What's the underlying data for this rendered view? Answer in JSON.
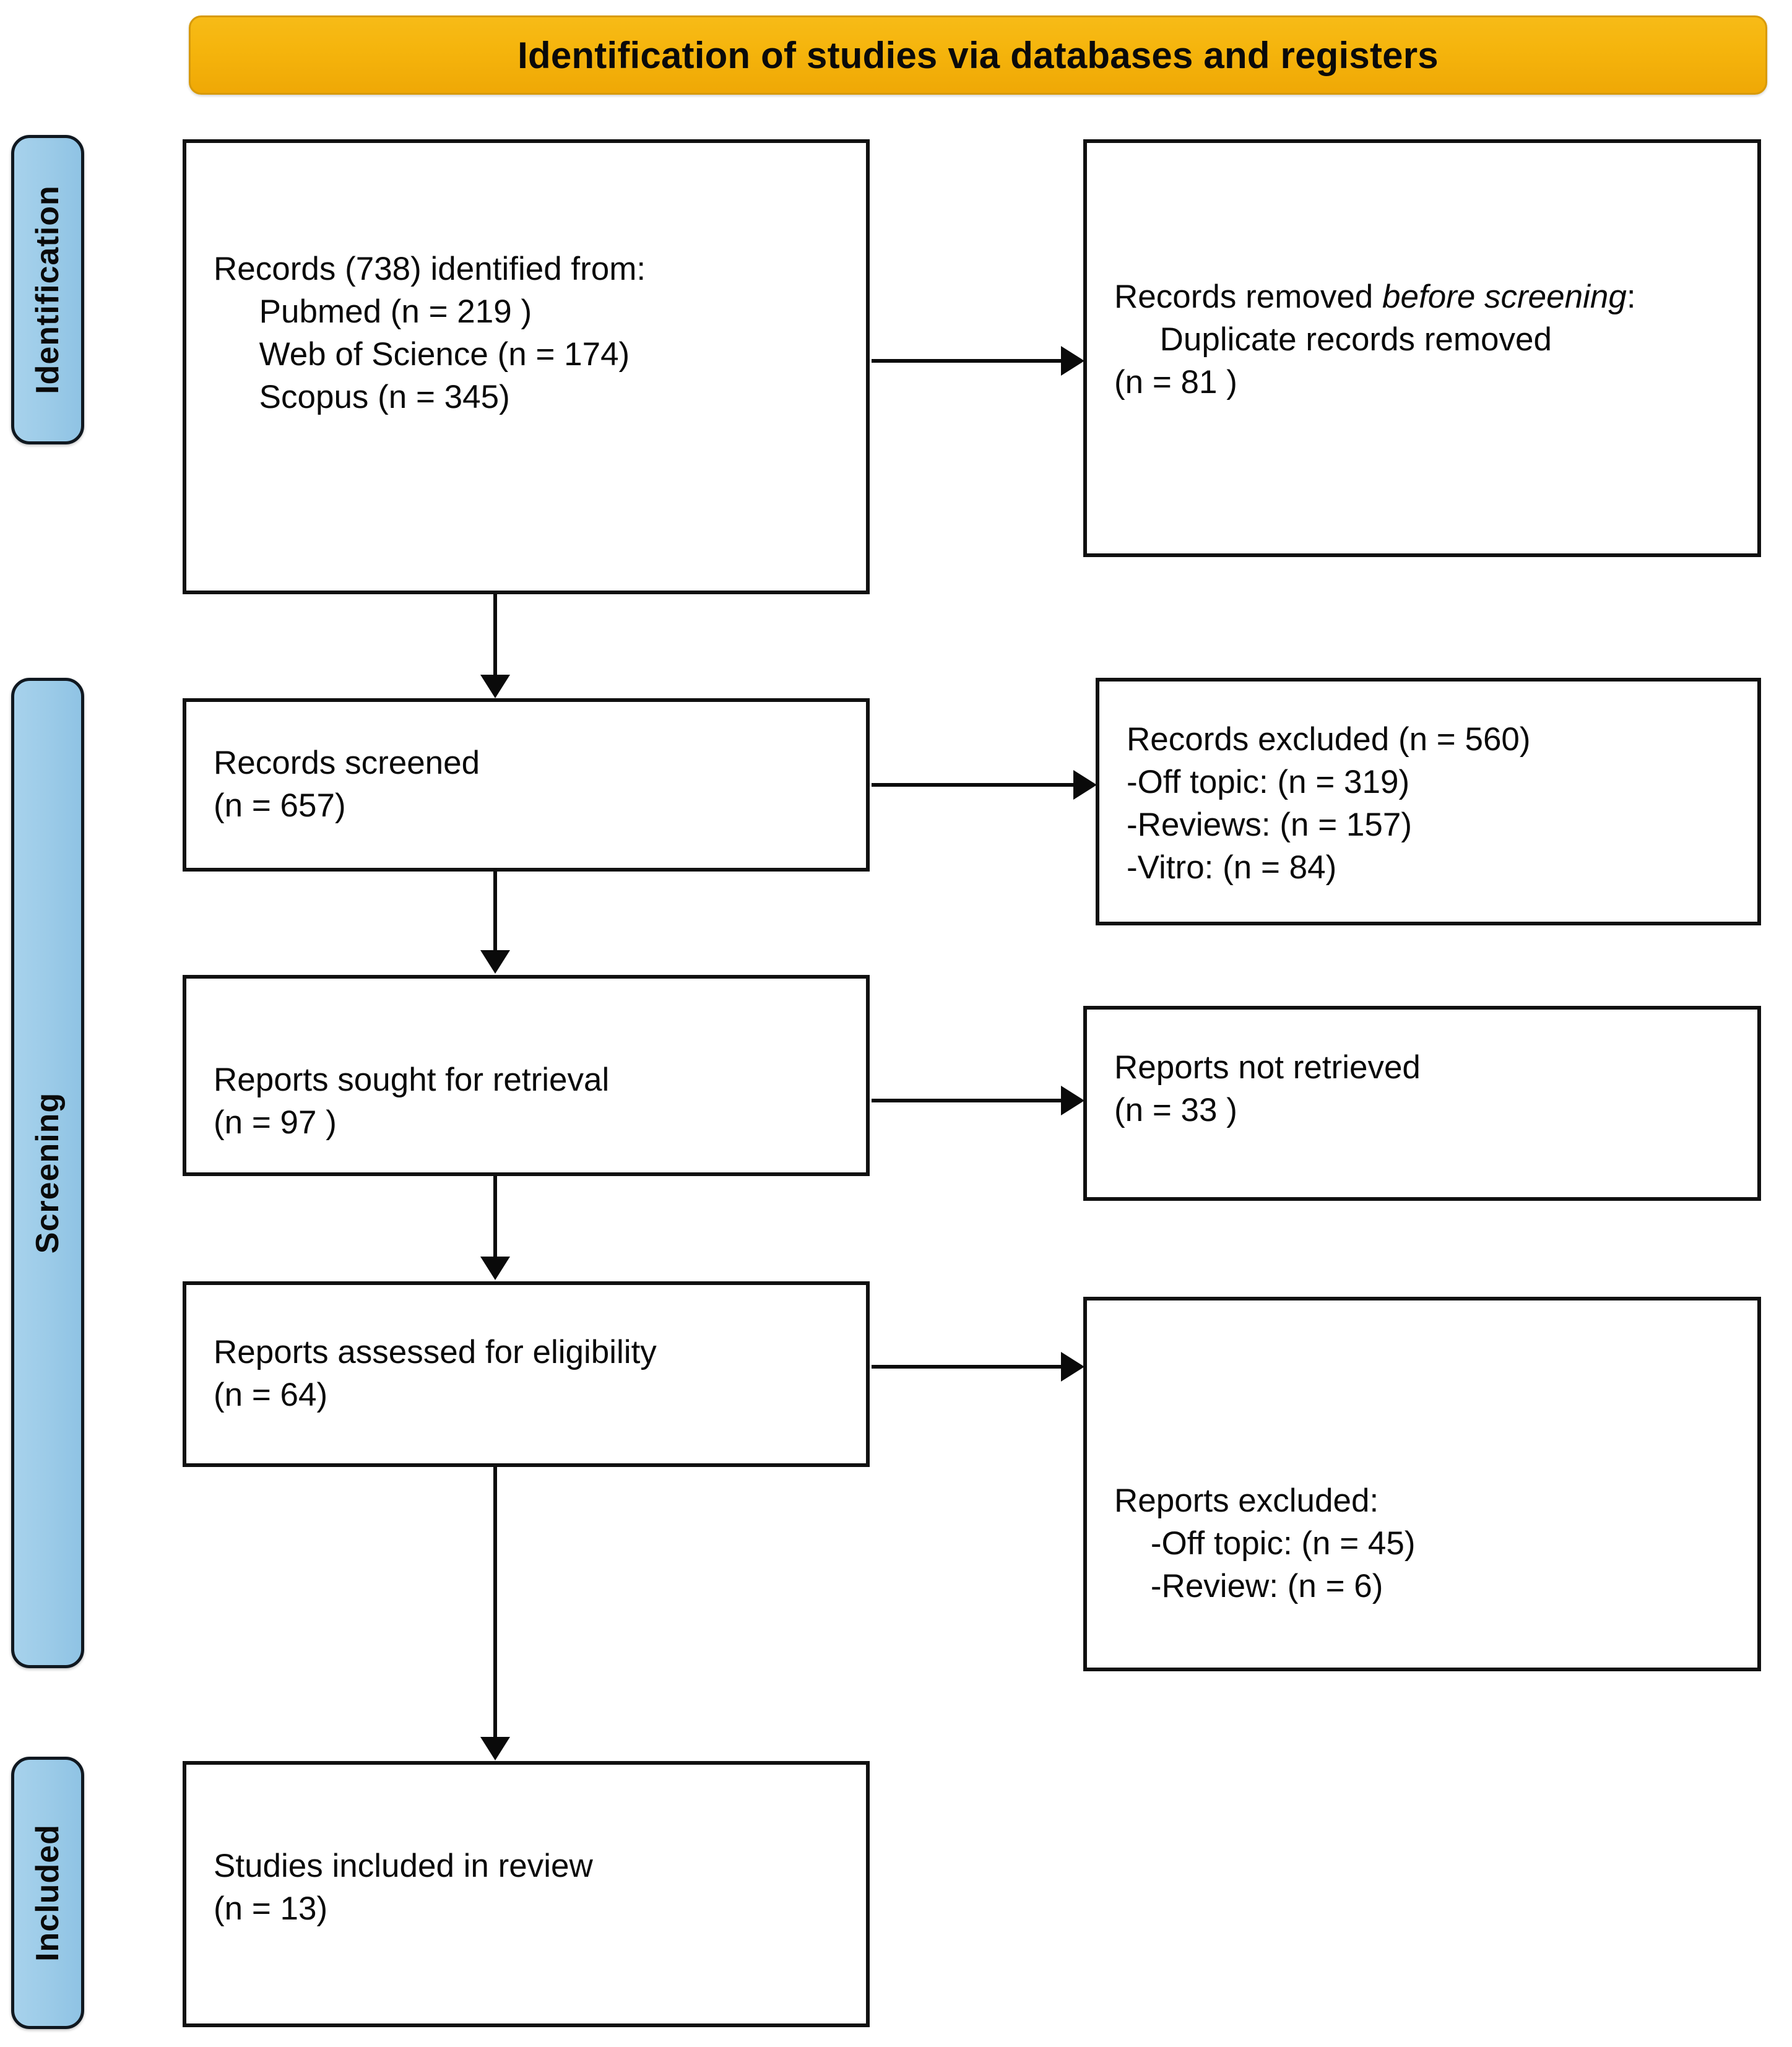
{
  "banner": {
    "title": "Identification of studies via databases and registers",
    "color": "#f5b40c"
  },
  "stages": {
    "identification": "Identification",
    "screening": "Screening",
    "included": "Included",
    "color": "#9ccbe8"
  },
  "boxes": {
    "identified": "Records (738) identified from:\n     Pubmed (n = 219 )\n     Web of Science (n = 174)\n     Scopus (n = 345)",
    "removed_line1": "Records removed ",
    "removed_italic": "before screening",
    "removed_line1_end": ":",
    "removed_rest": "\n     Duplicate records removed\n(n = 81 )",
    "screened": "Records screened\n(n = 657)",
    "excluded_records": "Records excluded (n = 560)\n-Off topic: (n = 319)\n-Reviews: (n = 157)\n-Vitro: (n = 84)",
    "sought": "Reports sought for retrieval\n(n = 97 )",
    "not_retrieved": "Reports not retrieved\n(n = 33 )",
    "assessed": "Reports assessed for eligibility\n(n = 64)",
    "excluded_reports": "Reports excluded:\n    -Off topic: (n = 45)\n    -Review: (n = 6)",
    "included_studies": "Studies included in review\n(n = 13)"
  },
  "chart_data": {
    "type": "table",
    "title": "Identification of studies via databases and registers",
    "nodes": [
      {
        "stage": "Identification",
        "label": "Records identified from databases",
        "total": 738,
        "sources": [
          {
            "name": "Pubmed",
            "n": 219
          },
          {
            "name": "Web of Science",
            "n": 174
          },
          {
            "name": "Scopus",
            "n": 345
          }
        ]
      },
      {
        "stage": "Identification",
        "label": "Duplicate records removed before screening",
        "n": 81
      },
      {
        "stage": "Screening",
        "label": "Records screened",
        "n": 657
      },
      {
        "stage": "Screening",
        "label": "Records excluded",
        "n": 560,
        "reasons": [
          {
            "name": "Off topic",
            "n": 319
          },
          {
            "name": "Reviews",
            "n": 157
          },
          {
            "name": "Vitro",
            "n": 84
          }
        ]
      },
      {
        "stage": "Screening",
        "label": "Reports sought for retrieval",
        "n": 97
      },
      {
        "stage": "Screening",
        "label": "Reports not retrieved",
        "n": 33
      },
      {
        "stage": "Screening",
        "label": "Reports assessed for eligibility",
        "n": 64
      },
      {
        "stage": "Screening",
        "label": "Reports excluded",
        "reasons": [
          {
            "name": "Off topic",
            "n": 45
          },
          {
            "name": "Review",
            "n": 6
          }
        ]
      },
      {
        "stage": "Included",
        "label": "Studies included in review",
        "n": 13
      }
    ]
  }
}
